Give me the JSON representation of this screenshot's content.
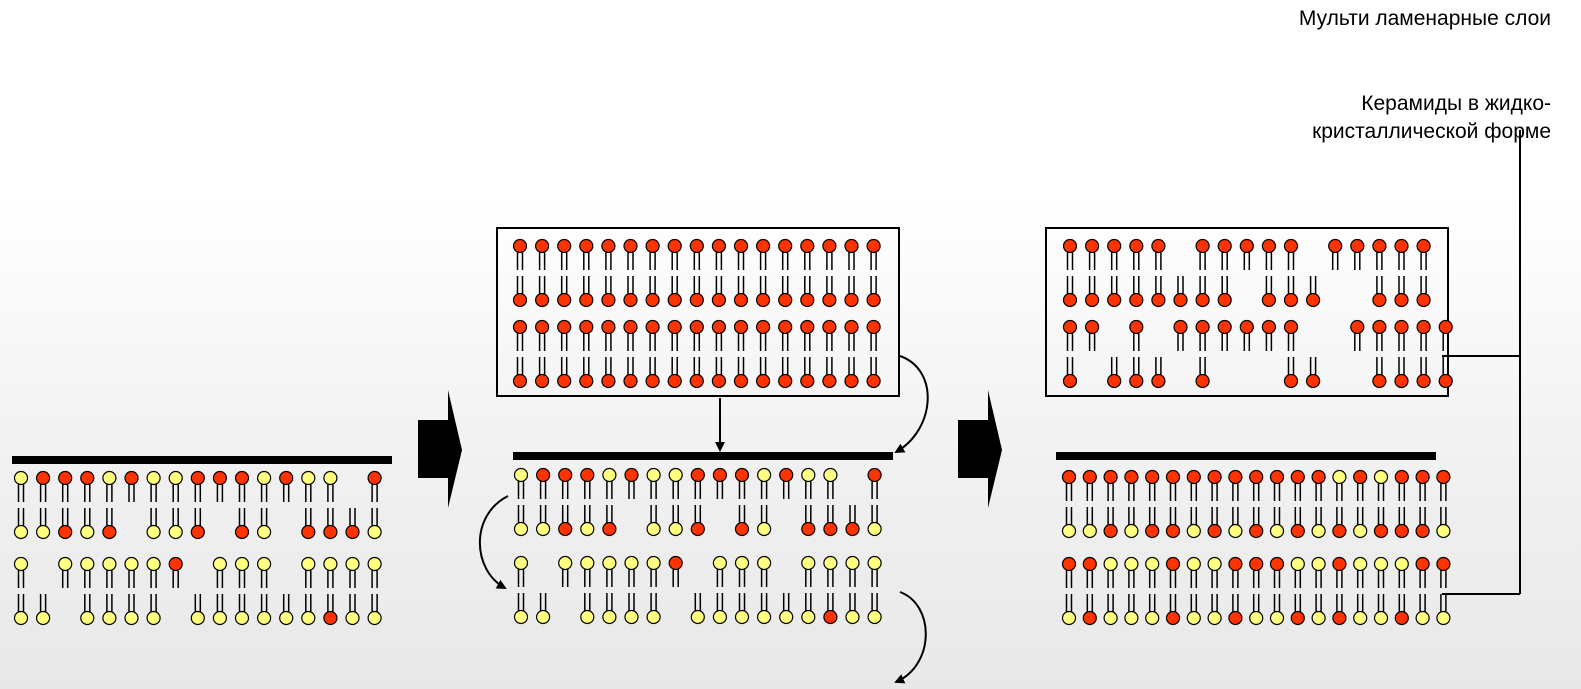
{
  "labels": {
    "multilamellar": "Мульти ламенарные слои",
    "ceramides": "Керамиды в жидко-кристаллической форме"
  },
  "colors": {
    "yellow": "#ffff80",
    "red": "#ff3300",
    "line": "#000000"
  },
  "panels": [
    {
      "id": "stage1",
      "rows": [
        {
          "heads": "YRRRYRYYRRRYRYY.R",
          "tails": "YYRYR.YYR.RY.RRRY"
        },
        {
          "heads": "Y.YYYYYR.YYY.YYYY",
          "tails": "YY.YYYY.YYYYYYRYY"
        }
      ]
    },
    {
      "id": "stage2-top",
      "rows": [
        {
          "heads": "RRRRRRRRRRRRRRRRR",
          "tails": "RRRRRRRRRRRRRRRRR"
        },
        {
          "heads": "RRRRRRRRRRRRRRRRR",
          "tails": "RRRRRRRRRRRRRRRRR"
        }
      ]
    },
    {
      "id": "stage2-bottom",
      "rows": [
        {
          "heads": "YRRRYRYYRRRYRYY.R",
          "tails": "YYRYR.YYR.RY.RRRY"
        },
        {
          "heads": "Y.YYYYYR.YYY.YYYY",
          "tails": "YY.YYYY.YYYYYYRYY"
        }
      ]
    },
    {
      "id": "stage3-top",
      "rows": [
        {
          "heads": "RRRRR.RRRRR.RRRRR",
          "tails": "RRRRRRRR.RRR..RRR"
        },
        {
          "heads": "RR.R.RRRRRR..RRRRR",
          "tails": "R.RRR.R...RR..RRRR"
        }
      ]
    },
    {
      "id": "stage3-bottom",
      "rows": [
        {
          "heads": "RRRRRRRRRRRRRYRYRRR",
          "tails": "YYRYRRYRYRYRYRYRRRY"
        },
        {
          "heads": "RRYYYRYYRRRYYRYYYRR",
          "tails": "YRYYYRYYRYYRYRYYRYY"
        }
      ]
    }
  ]
}
